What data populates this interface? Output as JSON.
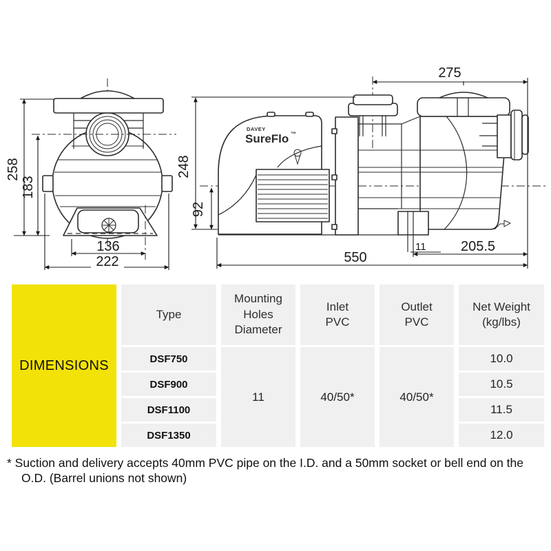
{
  "front_view": {
    "dim_total_height": "258",
    "dim_center_height": "183",
    "dim_base_inner_width": "136",
    "dim_base_outer_width": "222"
  },
  "side_view": {
    "brand": "DAVEY",
    "model": "SureFlo",
    "trademark": "™",
    "dim_top_width": "275",
    "dim_total_height": "248",
    "dim_base_to_centerline": "92",
    "dim_total_length": "550",
    "dim_rear_length": "205.5",
    "dim_mounting_hole": "11"
  },
  "table": {
    "section_label": "DIMENSIONS",
    "headers": {
      "type": "Type",
      "mounting": "Mounting\nHoles\nDiameter",
      "inlet": "Inlet\nPVC",
      "outlet": "Outlet\nPVC",
      "weight": "Net Weight\n(kg/lbs)"
    },
    "rows": [
      {
        "type": "DSF750",
        "weight": "10.0"
      },
      {
        "type": "DSF900",
        "weight": "10.5"
      },
      {
        "type": "DSF1100",
        "weight": "11.5"
      },
      {
        "type": "DSF1350",
        "weight": "12.0"
      }
    ],
    "merged": {
      "mounting": "11",
      "inlet": "40/50*",
      "outlet": "40/50*"
    }
  },
  "footnote": {
    "line1": "* Suction and delivery accepts 40mm PVC pipe on the I.D. and a 50mm socket or bell end on the",
    "line2": "O.D. (Barrel unions not shown)"
  },
  "colors": {
    "accent_yellow": "#F3E208",
    "cell_gray": "#F0F0F0",
    "line": "#2B2B2B"
  }
}
